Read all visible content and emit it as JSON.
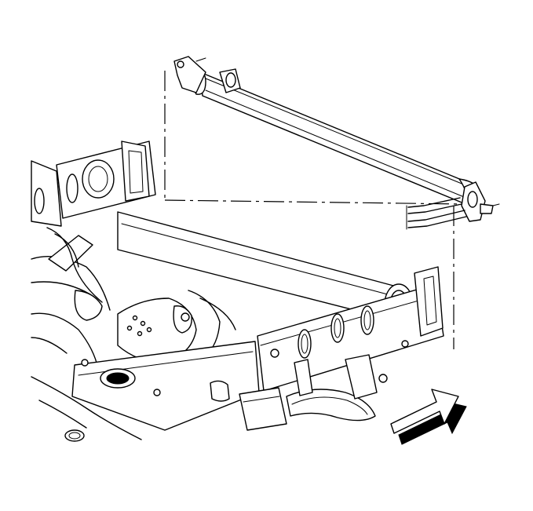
{
  "figure": {
    "kind": "technical-line-illustration",
    "components": [
      "transmission-oil-cooler",
      "cooler-mounting-bracket-left",
      "cooler-mounting-bracket-right",
      "cooler-lines",
      "crossmember",
      "frame-rail-right",
      "frame-rail-left",
      "front-direction-arrow"
    ],
    "colors": {
      "line": "#000000",
      "background": "#ffffff",
      "arrow_shadow": "#000000"
    },
    "icons": {
      "direction_arrow": "arrow-right-icon"
    }
  }
}
